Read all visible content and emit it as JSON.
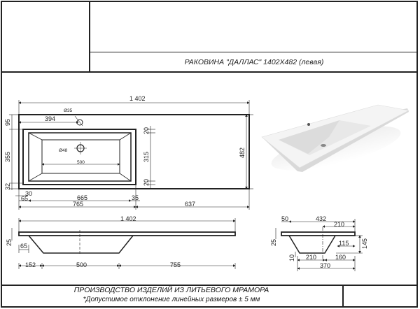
{
  "title_block": {
    "product_title": "РАКОВИНА \"ДАЛЛАС\" 1402Х482 (левая)",
    "footer_line1": "ПРОИЗВОДСТВО ИЗДЕЛИЙ ИЗ ЛИТЬЕВОГО МРАМОРА",
    "footer_line2": "*Допустимое отклонение линейных размеров ± 5 мм"
  },
  "plan_view": {
    "overall_width": "1 402",
    "overall_depth": "482",
    "faucet_hole": "Ø35",
    "faucet_offset": "394",
    "drain_hole": "Ø48",
    "bowl_bottom_width": "500",
    "top_margin": "95",
    "bowl_depth": "355",
    "bottom_margin": "32",
    "inner_top_rim": "20",
    "inner_length": "315",
    "inner_bottom_rim": "20",
    "rim_30": "30",
    "left_65": "65",
    "bowl_inner_665": "665",
    "right_rim_35": "35",
    "bowl_total_765": "765",
    "deck_637": "637"
  },
  "front_section": {
    "overall_width": "1 402",
    "thickness": "25",
    "offset_65": "65",
    "left_152": "152",
    "bottom_500": "500",
    "right_755": "755"
  },
  "side_section": {
    "front_50": "50",
    "width_432": "432",
    "half_210_top": "210",
    "thickness": "25",
    "inner_115": "115",
    "height_145": "145",
    "bottom_10": "10",
    "bottom_210": "210",
    "right_160": "160",
    "total_370": "370"
  },
  "render": {
    "description": "3D render of white cast-marble washbasin with bowl on left"
  }
}
